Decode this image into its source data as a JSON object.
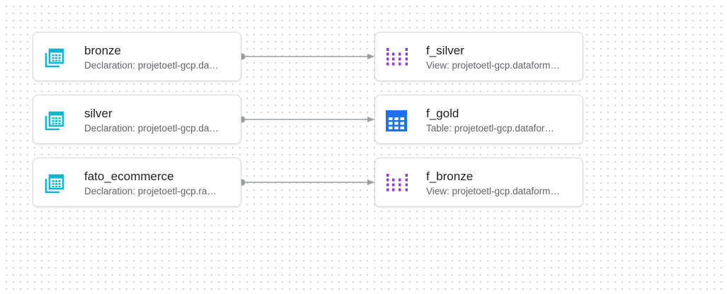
{
  "colors": {
    "declaration_icon": "#12b5cb",
    "view_icon": "#9334e6",
    "table_icon": "#1a73e8",
    "edge": "#9aa0a6"
  },
  "sources": [
    {
      "name": "bronze",
      "description": "Declaration: projetoetl-gcp.da…",
      "icon": "declaration-icon"
    },
    {
      "name": "silver",
      "description": "Declaration: projetoetl-gcp.da…",
      "icon": "declaration-icon"
    },
    {
      "name": "fato_ecommerce",
      "description": "Declaration: projetoetl-gcp.ra…",
      "icon": "declaration-icon"
    }
  ],
  "targets": [
    {
      "name": "f_silver",
      "description": "View: projetoetl-gcp.dataform…",
      "icon": "view-icon"
    },
    {
      "name": "f_gold",
      "description": "Table: projetoetl-gcp.datafor…",
      "icon": "table-icon"
    },
    {
      "name": "f_bronze",
      "description": "View: projetoetl-gcp.dataform…",
      "icon": "view-icon"
    }
  ]
}
